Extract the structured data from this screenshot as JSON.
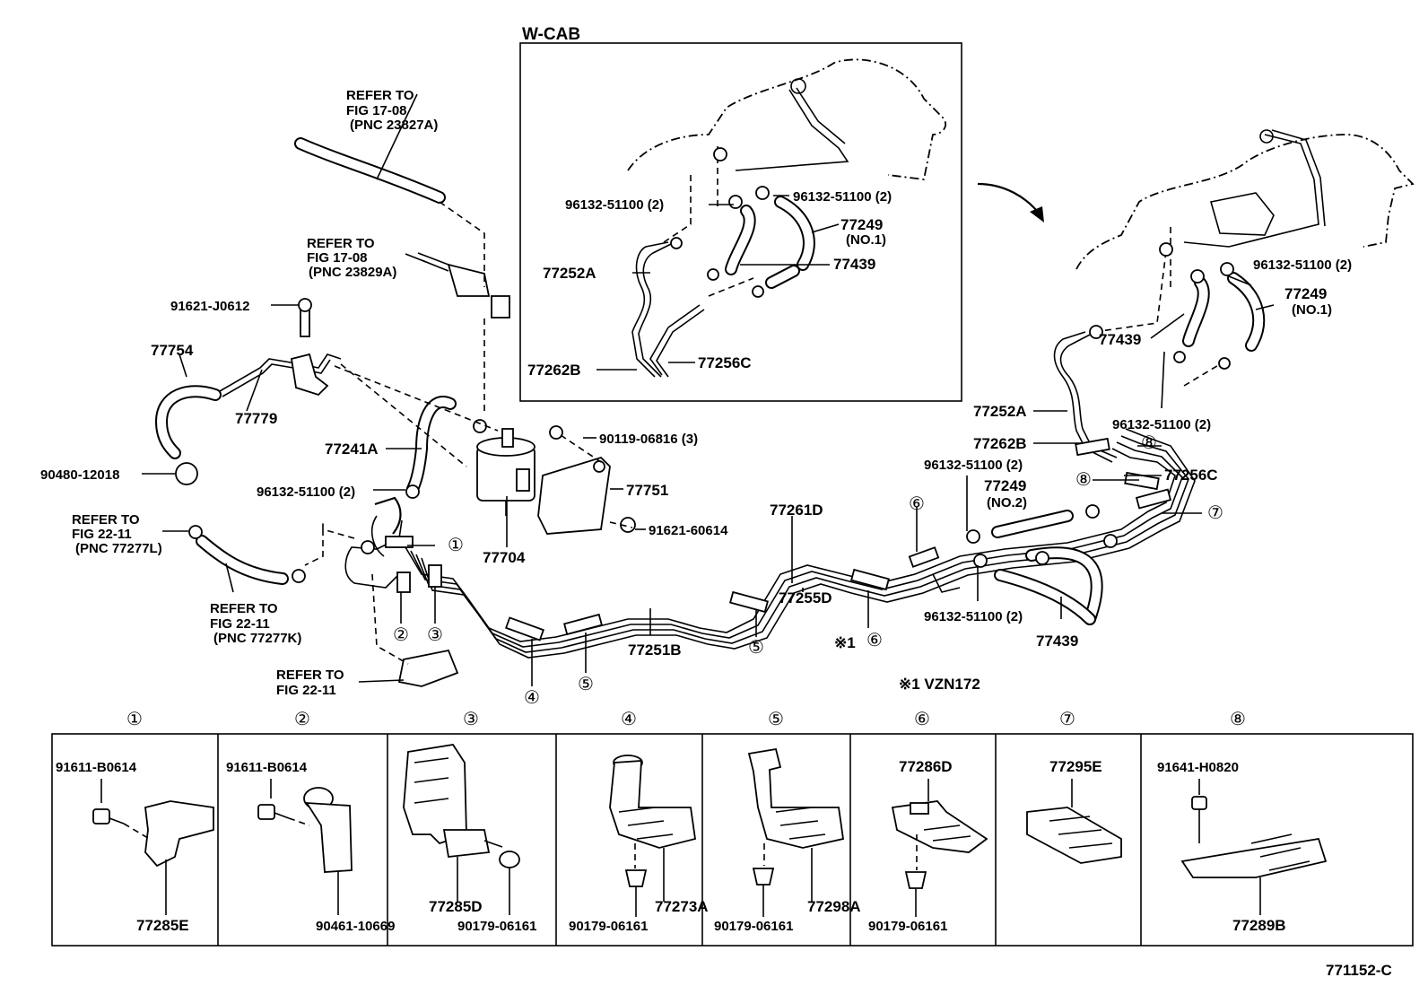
{
  "diagram_code": "771152-C",
  "inset": {
    "title": "W-CAB",
    "labels": [
      "96132-51100 (2)",
      "96132-51100 (2)",
      "77249",
      "(NO.1)",
      "77439",
      "77252A",
      "77262B",
      "77256C"
    ]
  },
  "main_labels": {
    "refer_fig_17_08_a": [
      "REFER TO",
      "FIG 17-08",
      "(PNC 23827A)"
    ],
    "refer_fig_17_08_b": [
      "REFER TO",
      "FIG 17-08",
      "(PNC 23829A)"
    ],
    "refer_fig_22_11_a": [
      "REFER TO",
      "FIG 22-11",
      "(PNC 77277L)"
    ],
    "refer_fig_22_11_b": [
      "REFER TO",
      "FIG 22-11",
      "(PNC 77277K)"
    ],
    "refer_fig_22_11_c": [
      "REFER TO",
      "FIG 22-11"
    ],
    "p91621_j0612": "91621-J0612",
    "p77754": "77754",
    "p77779": "77779",
    "p90480_12018": "90480-12018",
    "p77241a": "77241A",
    "p96132_left": "96132-51100 (2)",
    "p90119_06816": "90119-06816 (3)",
    "p77751": "77751",
    "p91621_60614": "91621-60614",
    "p77704": "77704",
    "p77261d": "77261D",
    "p77255d": "77255D",
    "p77251b": "77251B",
    "p96132_mid_top": "96132-51100 (2)",
    "p77249_no2": "77249",
    "no2": "(NO.2)",
    "p96132_mid_bot": "96132-51100 (2)",
    "p77439_bottom": "77439",
    "note_mark": "※1",
    "footnote": "※1 VZN172",
    "right_77439": "77439",
    "right_96132_top": "96132-51100 (2)",
    "right_77249": "77249",
    "right_no1": "(NO.1)",
    "right_96132_mid": "96132-51100 (2)",
    "right_77252a": "77252A",
    "right_77262b": "77262B",
    "right_77256c": "77256C"
  },
  "callouts": [
    "①",
    "②",
    "③",
    "④",
    "⑤",
    "⑥",
    "⑦",
    "⑧"
  ],
  "detail_panels": [
    {
      "num": "①",
      "parts": [
        "91611-B0614",
        "77285E"
      ]
    },
    {
      "num": "②",
      "parts": [
        "91611-B0614",
        "90461-10669"
      ]
    },
    {
      "num": "③",
      "parts": [
        "77285D",
        "90179-06161"
      ]
    },
    {
      "num": "④",
      "parts": [
        "90179-06161",
        "77273A"
      ]
    },
    {
      "num": "⑤",
      "parts": [
        "90179-06161",
        "77298A"
      ]
    },
    {
      "num": "⑥",
      "parts": [
        "77286D",
        "90179-06161"
      ]
    },
    {
      "num": "⑦",
      "parts": [
        "77295E"
      ]
    },
    {
      "num": "⑧",
      "parts": [
        "91641-H0820",
        "77289B"
      ]
    }
  ]
}
